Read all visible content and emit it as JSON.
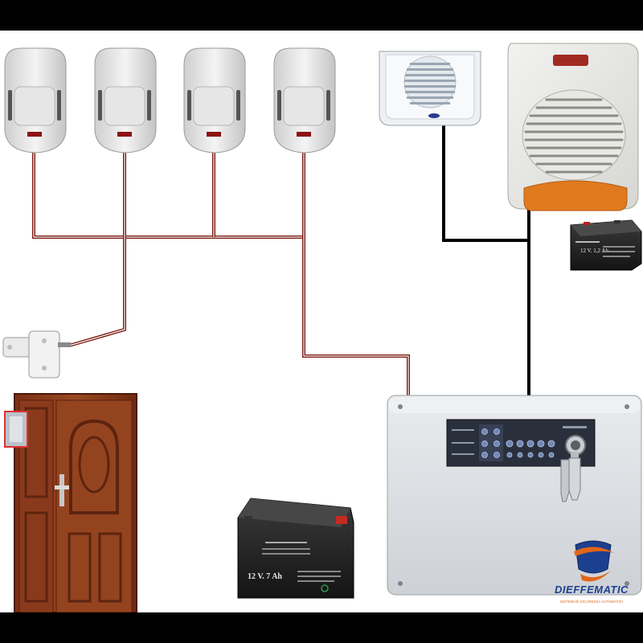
{
  "components": {
    "pir_sensors": [
      {
        "id": "pir-1"
      },
      {
        "id": "pir-2"
      },
      {
        "id": "pir-3"
      },
      {
        "id": "pir-4"
      }
    ],
    "indoor_siren": {
      "id": "indoor-siren"
    },
    "outdoor_siren": {
      "id": "outdoor-siren"
    },
    "siren_battery": {
      "label": "12 V. 1,2 Ah"
    },
    "main_battery": {
      "label": "12 V. 7 Ah"
    },
    "control_panel": {
      "id": "control-panel",
      "key": "key-switch"
    },
    "magnetic_contact": {
      "id": "magnetic-contact"
    },
    "door": {
      "id": "door"
    }
  },
  "brand": {
    "name": "DIEFFEMATIC",
    "tagline": "SISTEMI DI SICUREZZA AUTOMATICI"
  },
  "colors": {
    "cable_red": "#7a1a12",
    "cable_black": "#000000",
    "door_wood": "#8a3a1c",
    "siren_lens": "#e07a1e",
    "brand_blue": "#1d3f8f",
    "brand_orange": "#e2661a"
  }
}
